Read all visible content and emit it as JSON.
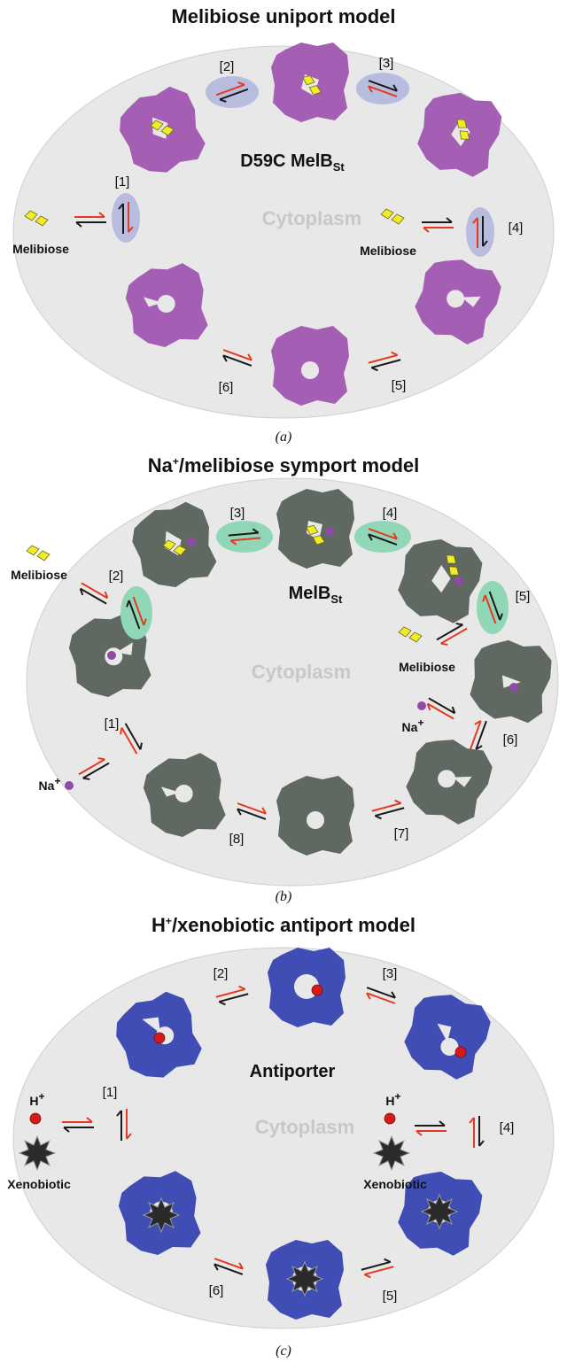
{
  "colors": {
    "cell": "#e8e8e8",
    "cell_edge": "#cfcfcf",
    "uniporter": "#a45fb4",
    "symporter": "#5f6861",
    "antiporter": "#3f4db5",
    "melibiose": "#f1ec2a",
    "sodium": "#8e4aa6",
    "proton": "#d51a1a",
    "arrow_red": "#e33a22",
    "arrow_black": "#1a1a1a",
    "highlight_blue": "#b8bddf",
    "highlight_green": "#8fd7b6",
    "cytoplasm_text": "#c8c8c8"
  },
  "panel_a": {
    "title": "Melibiose uniport model",
    "protein_label": "D59C MelB",
    "protein_label_sub": "St",
    "cytoplasm": "Cytoplasm",
    "melibiose_out": "Melibiose",
    "melibiose_in": "Melibiose",
    "steps": [
      "[1]",
      "[2]",
      "[3]",
      "[4]",
      "[5]",
      "[6]"
    ],
    "caption": "(a)"
  },
  "panel_b": {
    "title": "Na",
    "title_sup": "+",
    "title_rest": "/melibiose symport model",
    "protein_label": "MelB",
    "protein_label_sub": "St",
    "cytoplasm": "Cytoplasm",
    "melibiose_out": "Melibiose",
    "melibiose_in": "Melibiose",
    "na_out": "Na",
    "na_in": "Na",
    "na_sup": "+",
    "steps": [
      "[1]",
      "[2]",
      "[3]",
      "[4]",
      "[5]",
      "[6]",
      "[7]",
      "[8]"
    ],
    "caption": "(b)"
  },
  "panel_c": {
    "title": "H",
    "title_sup": "+",
    "title_rest": "/xenobiotic antiport model",
    "protein_label": "Antiporter",
    "cytoplasm": "Cytoplasm",
    "h_out": "H",
    "h_in": "H",
    "h_sup": "+",
    "xeno_out": "Xenobiotic",
    "xeno_in": "Xenobiotic",
    "steps": [
      "[1]",
      "[2]",
      "[3]",
      "[4]",
      "[5]",
      "[6]"
    ],
    "caption": "(c)"
  },
  "icons": [
    "transporter-shape",
    "melibiose-icon",
    "sodium-ion-icon",
    "proton-icon",
    "xenobiotic-icon",
    "equilibrium-arrows-icon"
  ]
}
